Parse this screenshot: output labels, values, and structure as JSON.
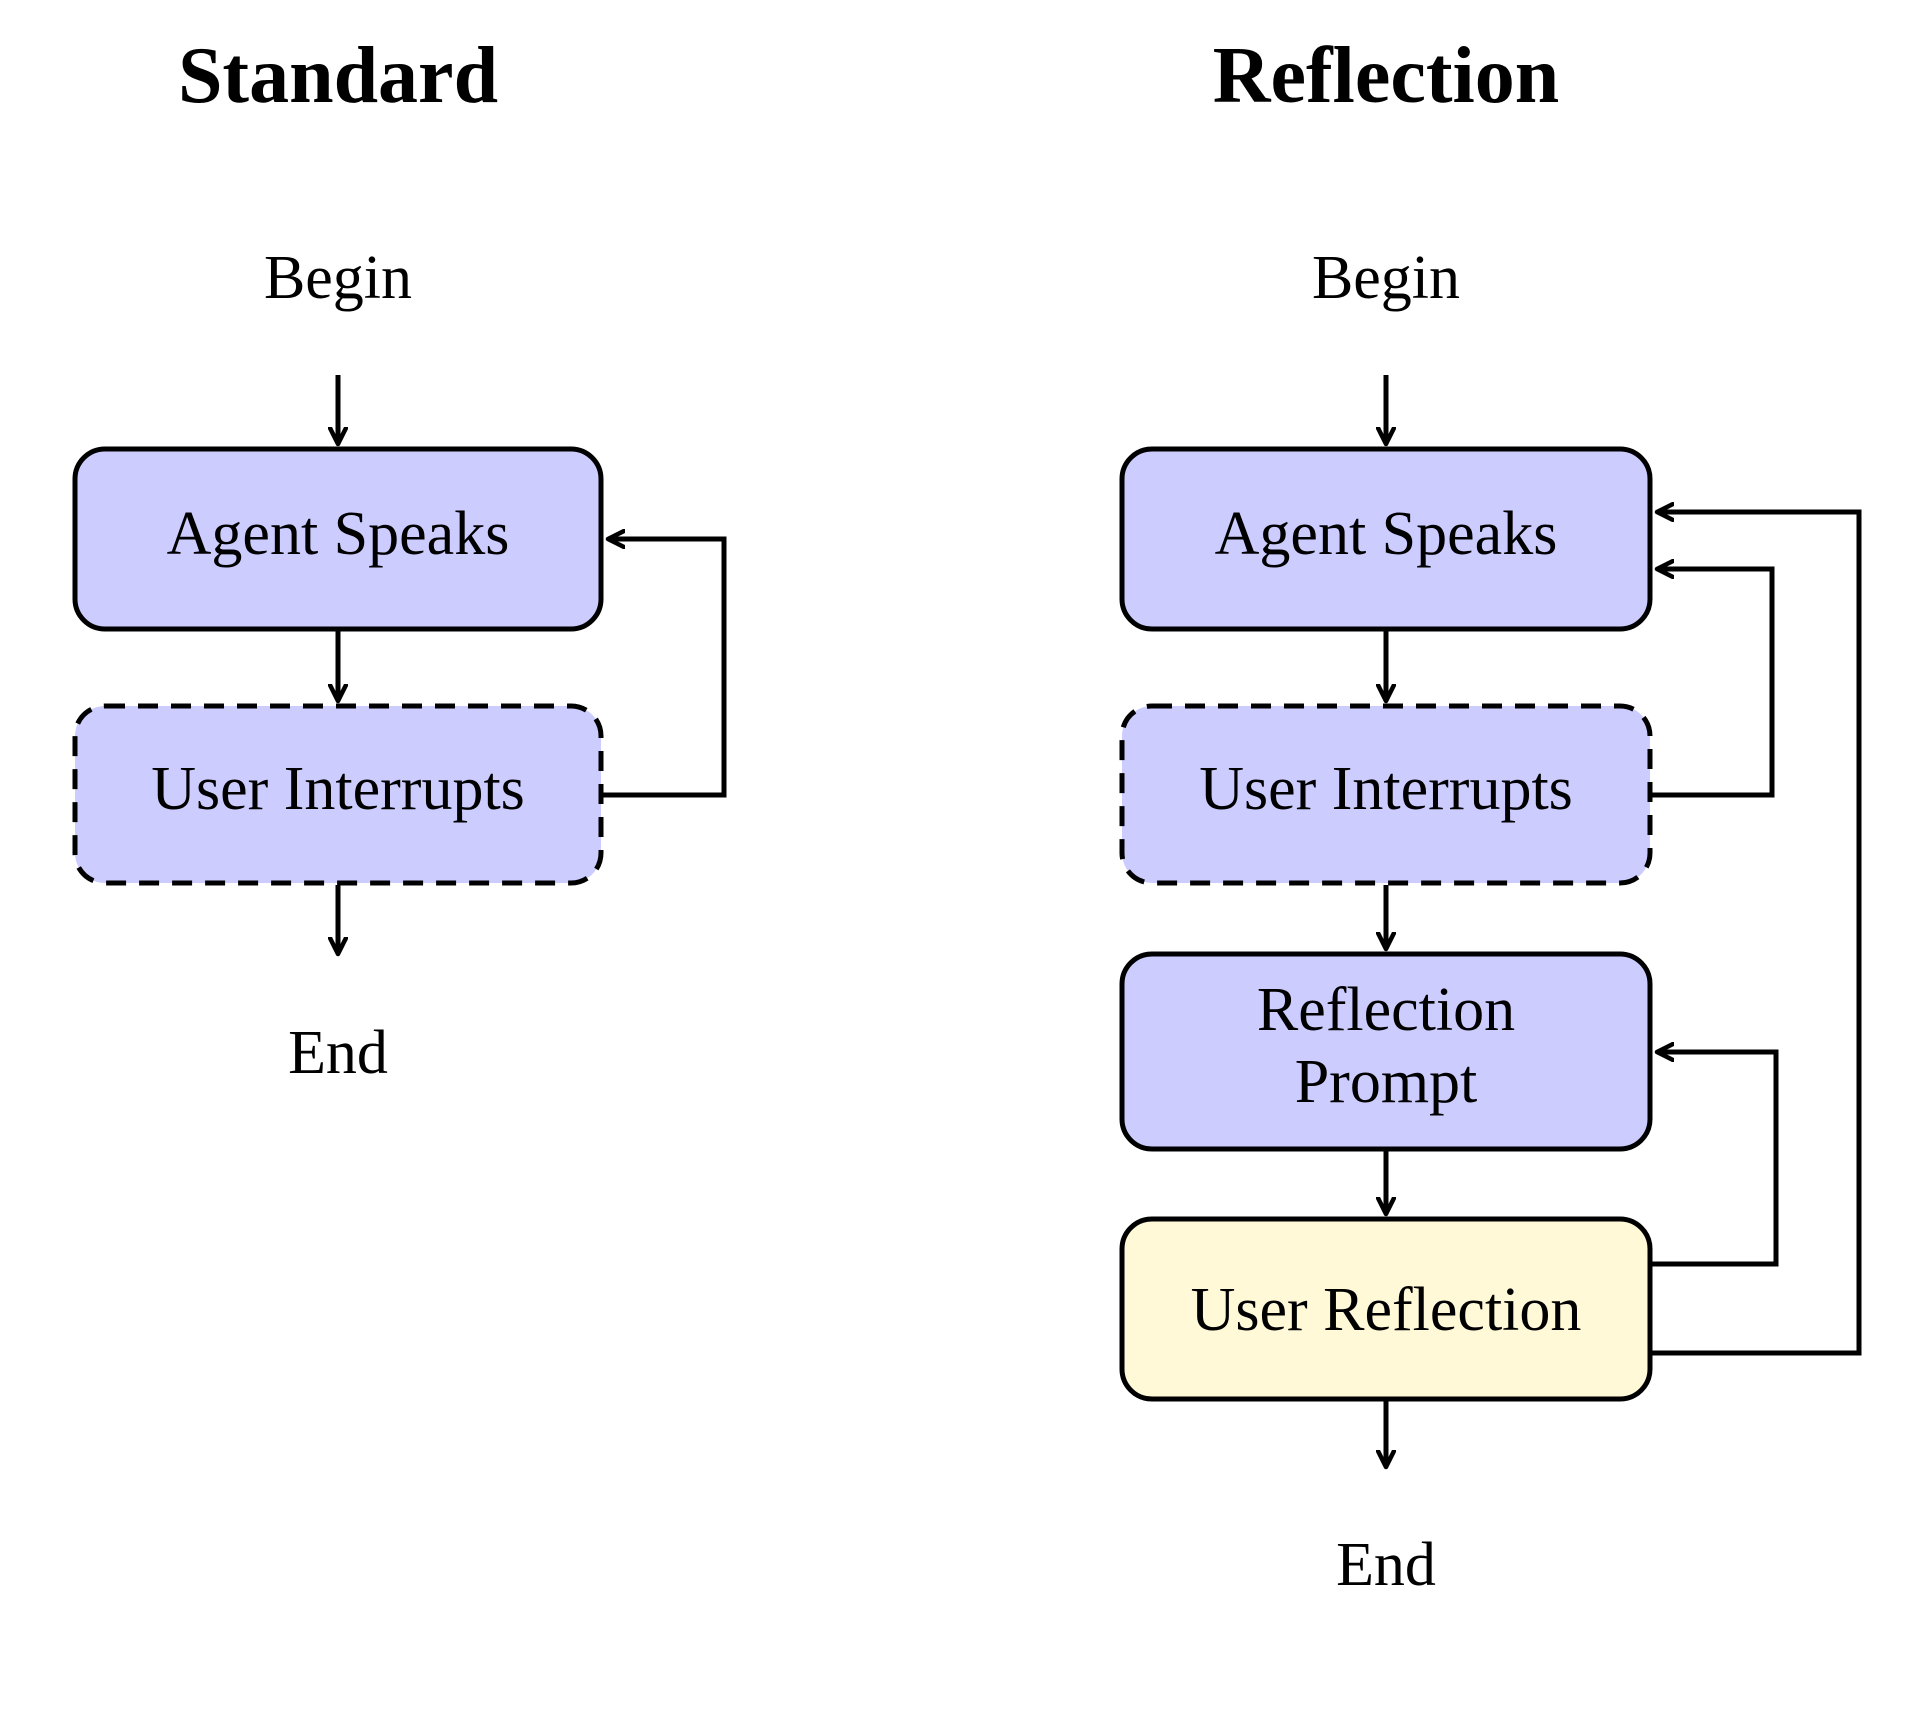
{
  "colors": {
    "process_fill": "#ccccff",
    "reflection_fill": "#fff9d8",
    "stroke": "#000000"
  },
  "standard": {
    "title": "Standard",
    "begin": "Begin",
    "end": "End",
    "nodes": {
      "agent_speaks": "Agent Speaks",
      "user_interrupts": "User Interrupts"
    }
  },
  "reflection": {
    "title": "Reflection",
    "begin": "Begin",
    "end": "End",
    "nodes": {
      "agent_speaks": "Agent Speaks",
      "user_interrupts": "User Interrupts",
      "reflection_prompt_line1": "Reflection",
      "reflection_prompt_line2": "Prompt",
      "user_reflection": "User Reflection"
    }
  }
}
